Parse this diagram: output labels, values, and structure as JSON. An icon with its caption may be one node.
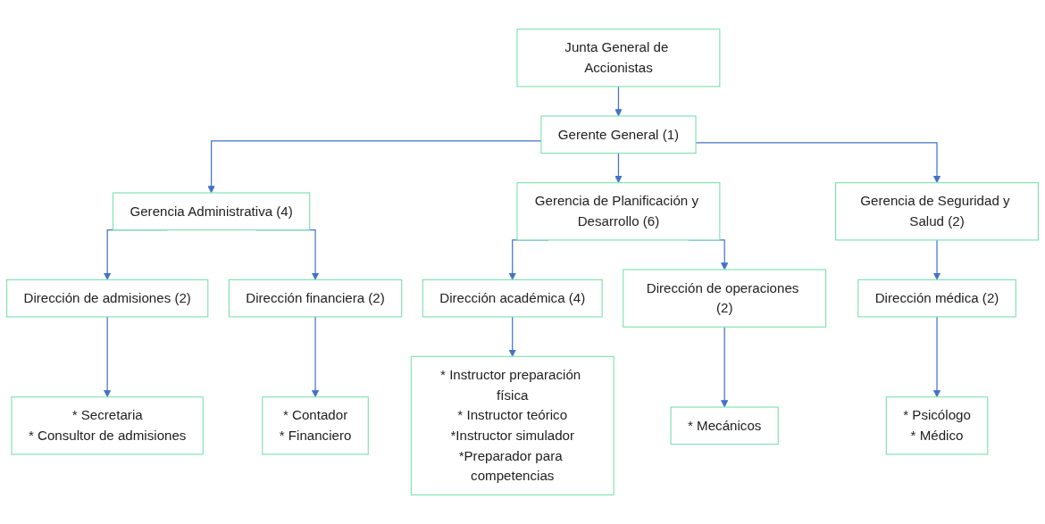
{
  "diagram": {
    "nodes": [
      {
        "text": [
          "Junta General de Accionistas"
        ]
      },
      {
        "text": [
          "Gerente General (1)"
        ]
      },
      {
        "text": [
          "Gerencia Administrativa (4)"
        ]
      },
      {
        "text": [
          "Gerencia de Planificación y Desarrollo (6)"
        ]
      },
      {
        "text": [
          "Gerencia de Seguridad y Salud (2)"
        ]
      },
      {
        "text": [
          "Dirección de admisiones (2)"
        ]
      },
      {
        "text": [
          "Dirección financiera (2)"
        ]
      },
      {
        "text": [
          "Dirección académica (4)"
        ]
      },
      {
        "text": [
          "Dirección de operaciones (2)"
        ]
      },
      {
        "text": [
          "Dirección médica (2)"
        ]
      },
      {
        "text": [
          "* Secretaria",
          "* Consultor de admisiones"
        ]
      },
      {
        "text": [
          "* Contador",
          "* Financiero"
        ]
      },
      {
        "text": [
          "* Instructor preparación física",
          "* Instructor teórico",
          "*Instructor simulador",
          "*Preparador para competencias"
        ]
      },
      {
        "text": [
          "* Mecánicos"
        ]
      },
      {
        "text": [
          "* Psicólogo",
          "* Médico"
        ]
      }
    ],
    "edges": [
      {
        "from": 0,
        "to": 1,
        "arrow": "to"
      },
      {
        "from": 1,
        "to": 2,
        "arrow": "to"
      },
      {
        "from": 1,
        "to": 3,
        "arrow": "to"
      },
      {
        "from": 1,
        "to": 4,
        "arrow": "to"
      },
      {
        "from": 2,
        "to": 5,
        "arrow": "to"
      },
      {
        "from": 2,
        "to": 6,
        "arrow": "to"
      },
      {
        "from": 3,
        "to": 7,
        "arrow": "to"
      },
      {
        "from": 3,
        "to": 8,
        "arrow": "to"
      },
      {
        "from": 4,
        "to": 9,
        "arrow": "to"
      },
      {
        "from": 5,
        "to": 10,
        "arrow": "to"
      },
      {
        "from": 6,
        "to": 11,
        "arrow": "to"
      },
      {
        "from": 7,
        "to": 12,
        "arrow": "to"
      },
      {
        "from": 8,
        "to": 13,
        "arrow": "to"
      },
      {
        "from": 9,
        "to": 14,
        "arrow": "to"
      }
    ]
  }
}
